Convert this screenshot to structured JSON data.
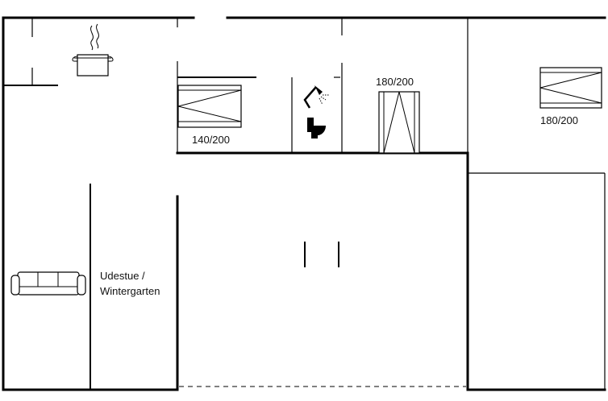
{
  "labels": {
    "bed_bottom_left": "140/200",
    "bed_middle": "180/200",
    "bed_right": "180/200",
    "sunroom_line1": "Udestue /",
    "sunroom_line2": "Wintergarten"
  },
  "icons": {
    "kitchen": "cooking-pot-icon",
    "shower": "shower-icon",
    "toilet": "toilet-icon",
    "sofa": "sofa-icon"
  }
}
